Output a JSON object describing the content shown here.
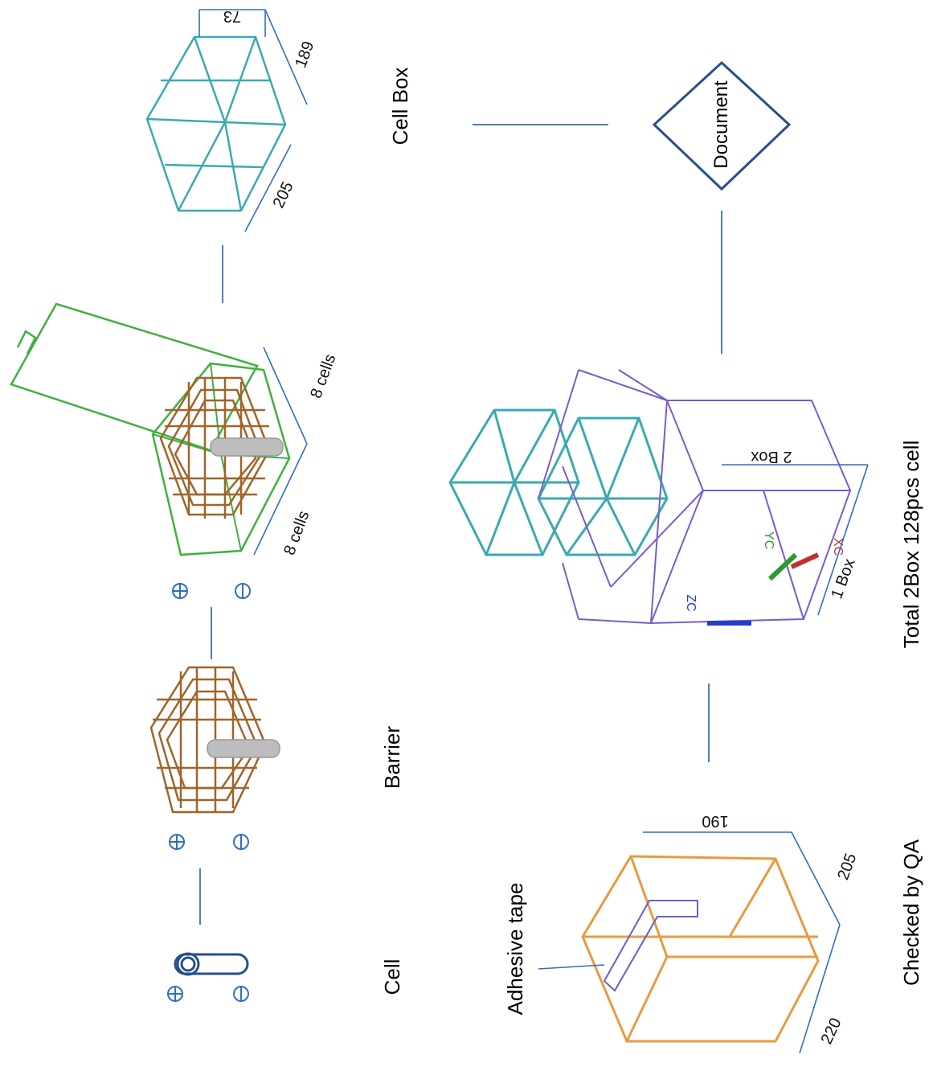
{
  "labels": {
    "cell": "Cell",
    "barrier": "Barrier",
    "cell_box": "Cell Box",
    "document": "Document",
    "total": "Total 2Box 128pcs cell",
    "checked": "Checked by QA",
    "adhesive": "Adhesive tape"
  },
  "dims": {
    "cellbox_top": "73",
    "cellbox_width": "189",
    "cellbox_depth": "205",
    "rack_cells_a": "8 cells",
    "rack_cells_b": "8 cells",
    "total_height": "2 Box",
    "total_depth": "1 Box",
    "axis_zc": "ZC",
    "axis_yc": "YC",
    "axis_xc": "XC",
    "qa_height": "190",
    "qa_width": "205",
    "qa_depth": "220"
  },
  "colors": {
    "connector": "#4a7fc0",
    "teal": "#3aaab0",
    "brown": "#a0642a",
    "green": "#40b040",
    "purple": "#7a5cc8",
    "orange": "#e89a40",
    "dim_blue": "#2f6fbf",
    "document_border": "#2a4f8a"
  }
}
